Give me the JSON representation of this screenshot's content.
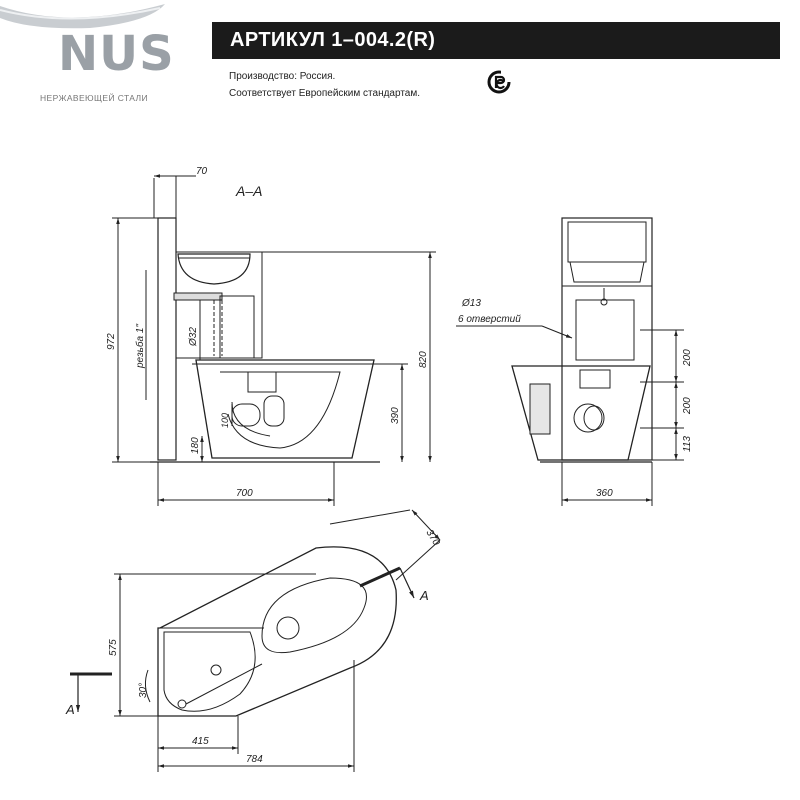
{
  "header": {
    "brand_fragment": "NUS",
    "tagline": "НЕРЖАВЕЮЩЕЙ СТАЛИ",
    "article_title": "АРТИКУЛ 1–004.2(R)",
    "production": "Производство: Россия.",
    "compliance": "Соответствует Европейским стандартам.",
    "cert_icon": "rst-certification-mark"
  },
  "section_view": {
    "section_label": "А–А",
    "dimensions": {
      "top_offset": "70",
      "total_height": "972",
      "thread": "резьба 1\"",
      "pipe_diameter": "Ø32",
      "height_820": "820",
      "seat_height": "390",
      "drain_outlet": "100",
      "drain_height": "180",
      "length": "700"
    }
  },
  "side_view": {
    "dimensions": {
      "hole_diameter": "Ø13",
      "hole_count": "6 отверстий",
      "spacing_upper": "200",
      "spacing_lower": "200",
      "base_offset": "113",
      "width": "360"
    }
  },
  "plan_view": {
    "cut_label_left": "А",
    "cut_label_right": "А",
    "dimensions": {
      "diagonal": "370",
      "depth": "575",
      "angle": "30°",
      "basin_width": "415",
      "total_width": "784"
    }
  }
}
